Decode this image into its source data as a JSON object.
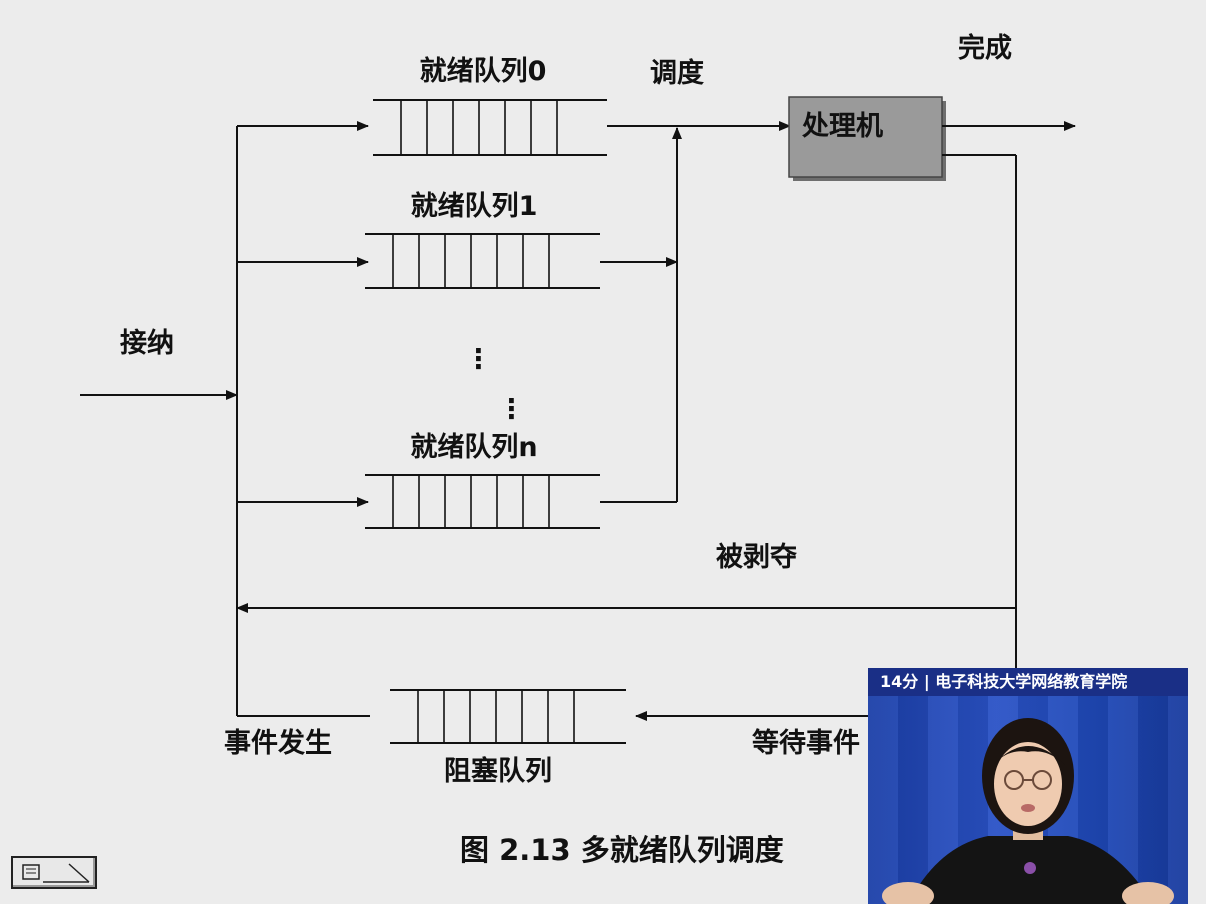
{
  "diagram": {
    "admission_label": "接纳",
    "ready_queues": [
      {
        "label": "就绪队列0"
      },
      {
        "label": "就绪队列1"
      },
      {
        "label": "就绪队列n"
      }
    ],
    "ellipsis": "⋮",
    "dispatch_label": "调度",
    "processor_label": "处理机",
    "complete_label": "完成",
    "preempt_label": "被剥夺",
    "blocked_queue_label": "阻塞队列",
    "event_wait_label": "等待事件",
    "event_occur_label": "事件发生",
    "caption": "图 2.13  多就绪队列调度"
  },
  "video_overlay": {
    "banner": "14分 | 电子科技大学网络教育学院"
  },
  "toolbar": {
    "icon": "pen-note-icon"
  },
  "colors": {
    "background": "#ececec",
    "processor_fill": "#9a9a9a",
    "video_blue": "#2a52c6"
  }
}
